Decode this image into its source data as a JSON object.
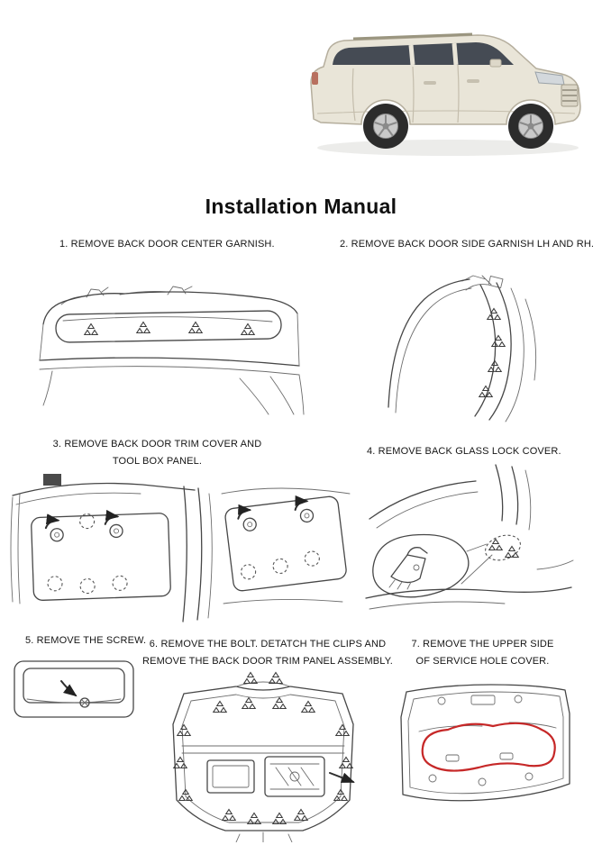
{
  "page": {
    "title": "Installation Manual"
  },
  "steps": [
    {
      "label": "1. REMOVE BACK DOOR CENTER GARNISH."
    },
    {
      "label": "2. REMOVE BACK DOOR SIDE GARNISH LH AND RH."
    },
    {
      "label": "3. REMOVE BACK DOOR TRIM COVER AND TOOL BOX PANEL."
    },
    {
      "label": "4. REMOVE BACK GLASS LOCK COVER."
    },
    {
      "label": "5. REMOVE THE SCREW."
    },
    {
      "label": "6. REMOVE THE BOLT. DETATCH THE CLIPS AND REMOVE THE BACK DOOR TRIM PANEL ASSEMBLY."
    },
    {
      "label": "7. REMOVE THE UPPER SIDE OF SERVICE HOLE COVER."
    }
  ],
  "colors": {
    "highlight_red": "#c62828",
    "line_art": "#474747",
    "vehicle_paint": "#e9e5d8"
  },
  "icons": {
    "clip-marker-icon": "cluster of three small triangles (trim clip symbol)",
    "arrow-icon": "➤",
    "screw-icon": "⊕"
  }
}
